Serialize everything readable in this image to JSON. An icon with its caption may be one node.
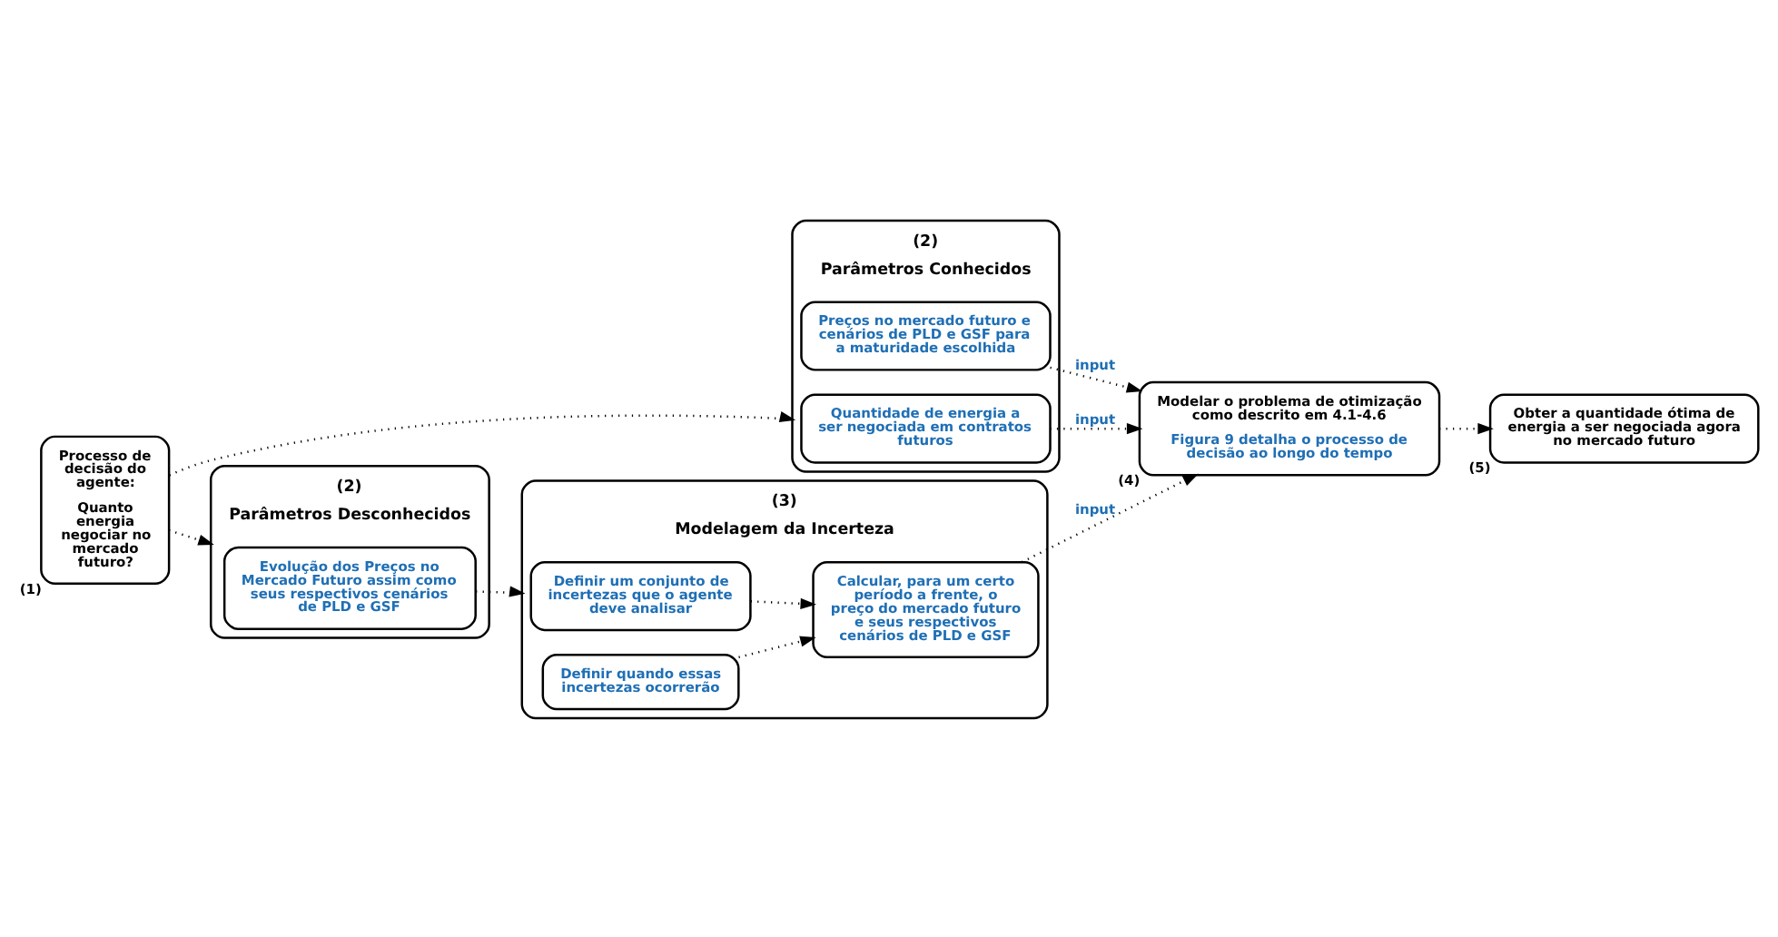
{
  "diagram": {
    "nodes": [
      {
        "text": [
          "Processo de decisão do agente:",
          "Quanto energia negociar no mercado futuro?"
        ],
        "beside": [
          "(1)"
        ]
      },
      {
        "text": [
          "Parâmetros Conhecidos"
        ],
        "beside": [
          "(2)"
        ]
      },
      {
        "text": [
          "Quantidade de energia a ser negociada em contratos futuros"
        ],
        "in": 1
      },
      {
        "text": [
          "Preços no mercado futuro e cenários de PLD e GSF para a maturidade escolhida"
        ],
        "in": 1
      },
      {
        "text": [
          "Parâmetros Desconhecidos"
        ],
        "beside": [
          "(2)"
        ]
      },
      {
        "text": [
          "Evolução dos Preços no Mercado Futuro assim como seus respectivos cenários de PLD e GSF"
        ],
        "in": 4
      },
      {
        "text": [
          "Modelagem da Incerteza"
        ],
        "beside": [
          "(3)"
        ]
      },
      {
        "text": [
          "Definir um conjunto de incertezas que o agente deve analisar"
        ],
        "in": 6
      },
      {
        "text": [
          "Definir quando essas incertezas ocorrerão"
        ],
        "in": 6
      },
      {
        "text": [
          "Calcular, para um certo período a frente, o preço do mercado futuro e seus respectivos cenários de PLD e GSF"
        ],
        "in": 6
      },
      {
        "text": [
          "Modelar o problema de otimização como descrito em 4.1-4.6",
          "Figura 9 detalha o processo de decisão ao longo do tempo"
        ],
        "beside": [
          "(4)"
        ]
      },
      {
        "text": [
          "Obter a quantidade ótima de energia a ser negociada agora no mercado futuro"
        ],
        "beside": [
          "(5)"
        ]
      }
    ],
    "edges": [
      {
        "from": 0,
        "to": 1,
        "arrow": "to"
      },
      {
        "from": 0,
        "to": 4,
        "arrow": "to"
      },
      {
        "from": 2,
        "to": 10,
        "arrow": "to",
        "label": "input"
      },
      {
        "from": 3,
        "to": 10,
        "arrow": "to",
        "label": "input"
      },
      {
        "from": 5,
        "to": 6,
        "arrow": "to"
      },
      {
        "from": 7,
        "to": 9,
        "arrow": "to"
      },
      {
        "from": 8,
        "to": 9,
        "arrow": "to"
      },
      {
        "from": 9,
        "to": 10,
        "arrow": "to",
        "label": "input"
      },
      {
        "from": 10,
        "to": 11,
        "arrow": "to"
      }
    ]
  }
}
